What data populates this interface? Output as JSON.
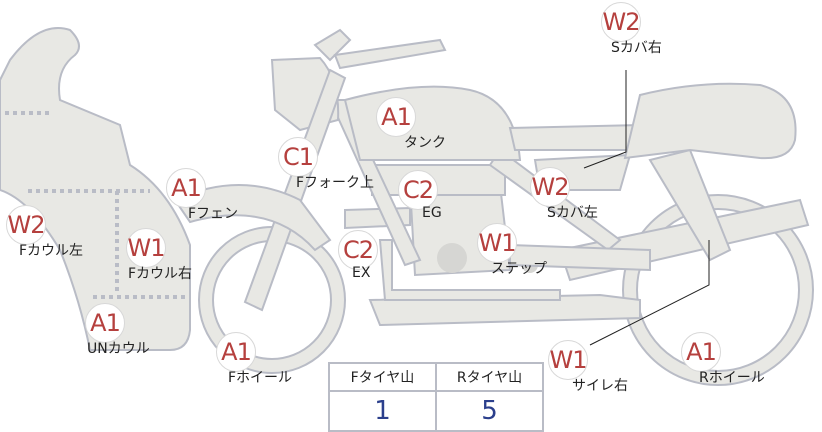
{
  "colors": {
    "badge_text": "#b5403e",
    "value": "#2b3f8c",
    "body_fill": "#e8e8e4",
    "outline": "#b9bcc6"
  },
  "parts": [
    {
      "code": "W2",
      "name": "Sカバ右"
    },
    {
      "code": "A1",
      "name": "タンク"
    },
    {
      "code": "C1",
      "name": "Fフォーク上"
    },
    {
      "code": "A1",
      "name": "Fフェン"
    },
    {
      "code": "C2",
      "name": "EG"
    },
    {
      "code": "W2",
      "name": "Sカバ左"
    },
    {
      "code": "W2",
      "name": "Fカウル左"
    },
    {
      "code": "W1",
      "name": "Fカウル右"
    },
    {
      "code": "C2",
      "name": "EX"
    },
    {
      "code": "W1",
      "name": "ステップ"
    },
    {
      "code": "A1",
      "name": "UNカウル"
    },
    {
      "code": "A1",
      "name": "Fホイール"
    },
    {
      "code": "W1",
      "name": "サイレ右"
    },
    {
      "code": "A1",
      "name": "Rホイール"
    }
  ],
  "tire_table": {
    "headers": [
      "Fタイヤ山",
      "Rタイヤ山"
    ],
    "values": [
      "1",
      "5"
    ]
  }
}
